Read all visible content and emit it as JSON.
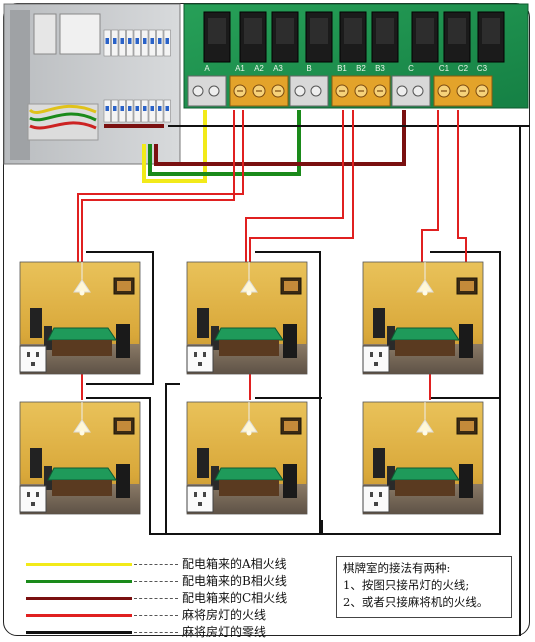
{
  "board": {
    "groups": [
      {
        "label": "A",
        "fuses": [
          "A1",
          "A2",
          "A3"
        ]
      },
      {
        "label": "B",
        "fuses": [
          "B1",
          "B2",
          "B3"
        ]
      },
      {
        "label": "C",
        "fuses": [
          "C1",
          "C2",
          "C3"
        ]
      }
    ]
  },
  "colors": {
    "phase_a": "#f2ea19",
    "phase_b": "#1a8a1a",
    "phase_c": "#7a1010",
    "lamp_live": "#e02020",
    "neutral": "#111111"
  },
  "legend": [
    {
      "label": "配电箱来的A相火线",
      "color": "#f2ea19"
    },
    {
      "label": "配电箱来的B相火线",
      "color": "#1a8a1a"
    },
    {
      "label": "配电箱来的C相火线",
      "color": "#7a1010"
    },
    {
      "label": "麻将房灯的火线",
      "color": "#e02020"
    },
    {
      "label": "麻将房灯的零线",
      "color": "#111111"
    }
  ],
  "note": {
    "title": "棋牌室的接法有两种:",
    "line1": "1、按图只接吊灯的火线;",
    "line2": "2、或者只接麻将机的火线。"
  }
}
